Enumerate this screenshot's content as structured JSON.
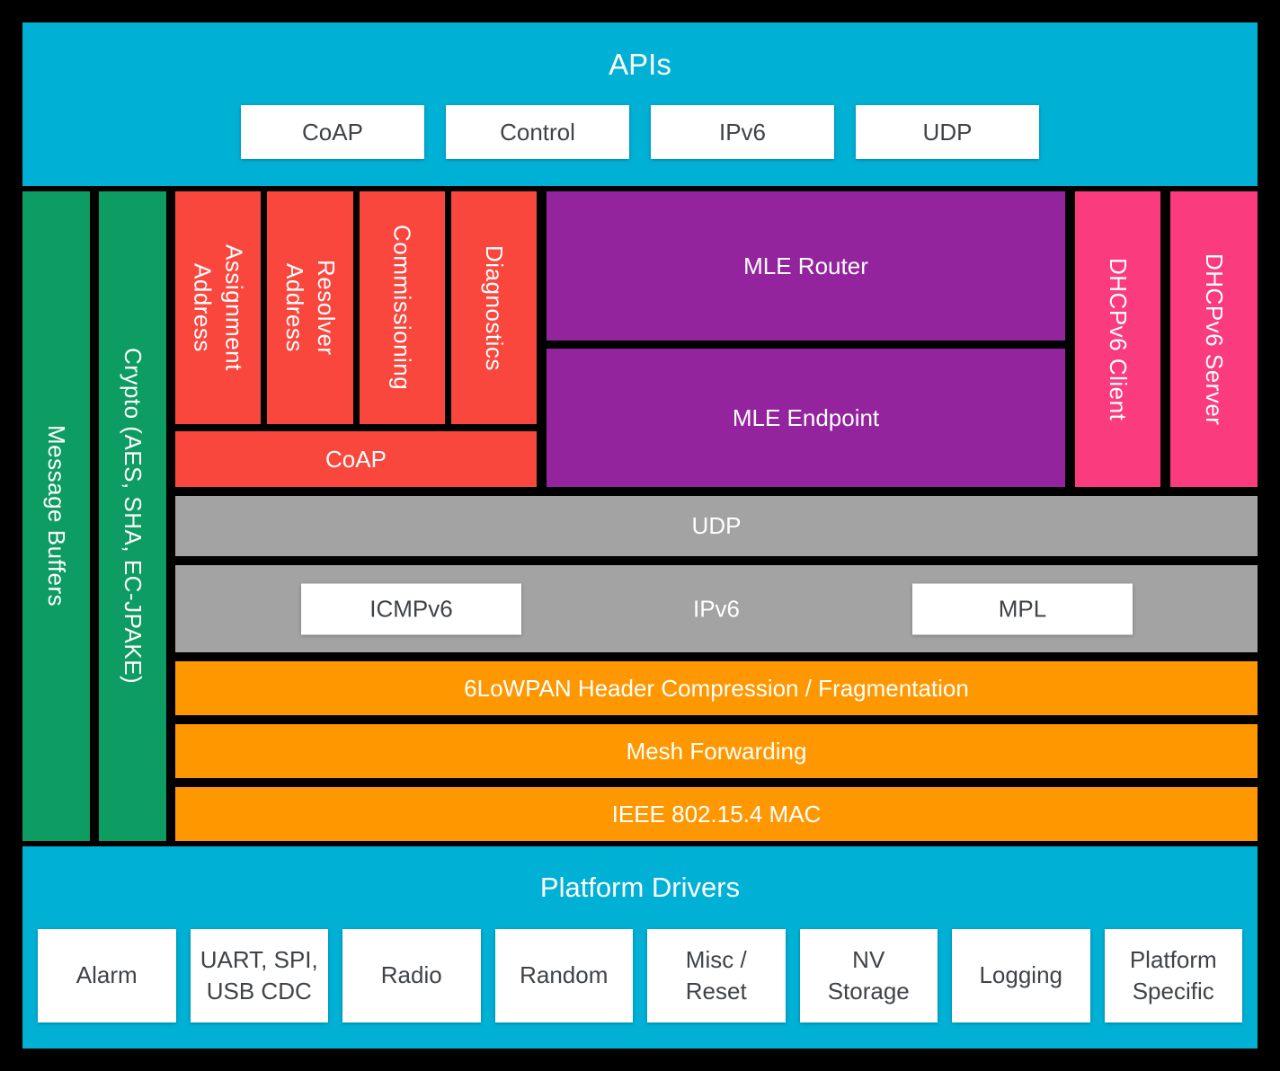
{
  "diagram": {
    "apis": {
      "title": "APIs",
      "boxes": [
        "CoAP",
        "Control",
        "IPv6",
        "UDP"
      ]
    },
    "side": {
      "message_buffers": "Message Buffers",
      "crypto": "Crypto (AES, SHA, EC-JPAKE)"
    },
    "thread": {
      "columns": [
        "Address\nAssignment",
        "Address\nResolver",
        "Commissioning",
        "Diagnostics"
      ],
      "coap": "CoAP",
      "mle_router": "MLE Router",
      "mle_endpoint": "MLE Endpoint",
      "dhcp_client": "DHCPv6 Client",
      "dhcp_server": "DHCPv6 Server"
    },
    "transport": {
      "udp": "UDP",
      "icmpv6": "ICMPv6",
      "ipv6": "IPv6",
      "mpl": "MPL"
    },
    "link": {
      "lowpan": "6LoWPAN Header Compression / Fragmentation",
      "mesh": "Mesh Forwarding",
      "mac": "IEEE 802.15.4 MAC"
    },
    "platform": {
      "title": "Platform Drivers",
      "boxes": [
        "Alarm",
        "UART, SPI,\nUSB CDC",
        "Radio",
        "Random",
        "Misc /\nReset",
        "NV\nStorage",
        "Logging",
        "Platform\nSpecific"
      ]
    },
    "colors": {
      "cyan": "#00b1d5",
      "green": "#0d9c61",
      "red": "#f9473d",
      "purple": "#93249e",
      "pink": "#fa3b7e",
      "gray": "#a3a3a3",
      "orange": "#ff9800"
    }
  }
}
